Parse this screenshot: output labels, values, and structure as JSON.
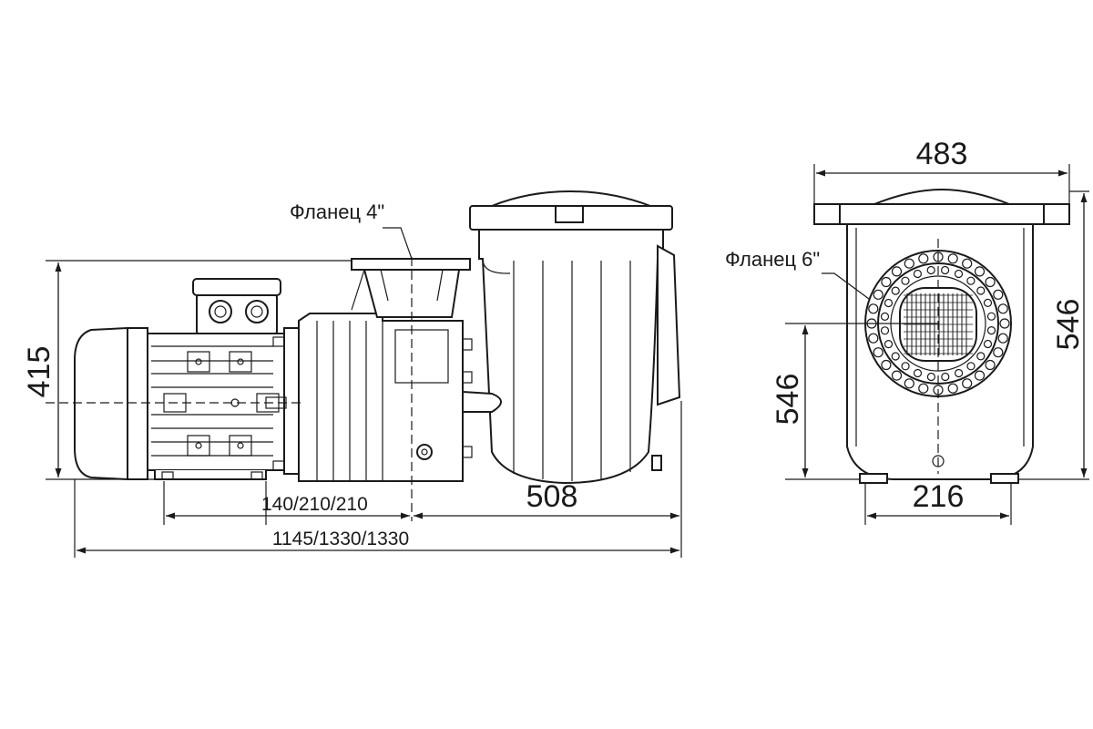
{
  "labels": {
    "flange_inlet": "Фланец 4\"",
    "flange_outlet": "Фланец 6\""
  },
  "dimensions": {
    "height_side": "415",
    "base_spacing": "140/210/210",
    "housing_length": "508",
    "overall_length": "1145/1330/1330",
    "front_width": "483",
    "front_height": "546",
    "flange_center_height": "546",
    "foot_spacing": "216"
  }
}
